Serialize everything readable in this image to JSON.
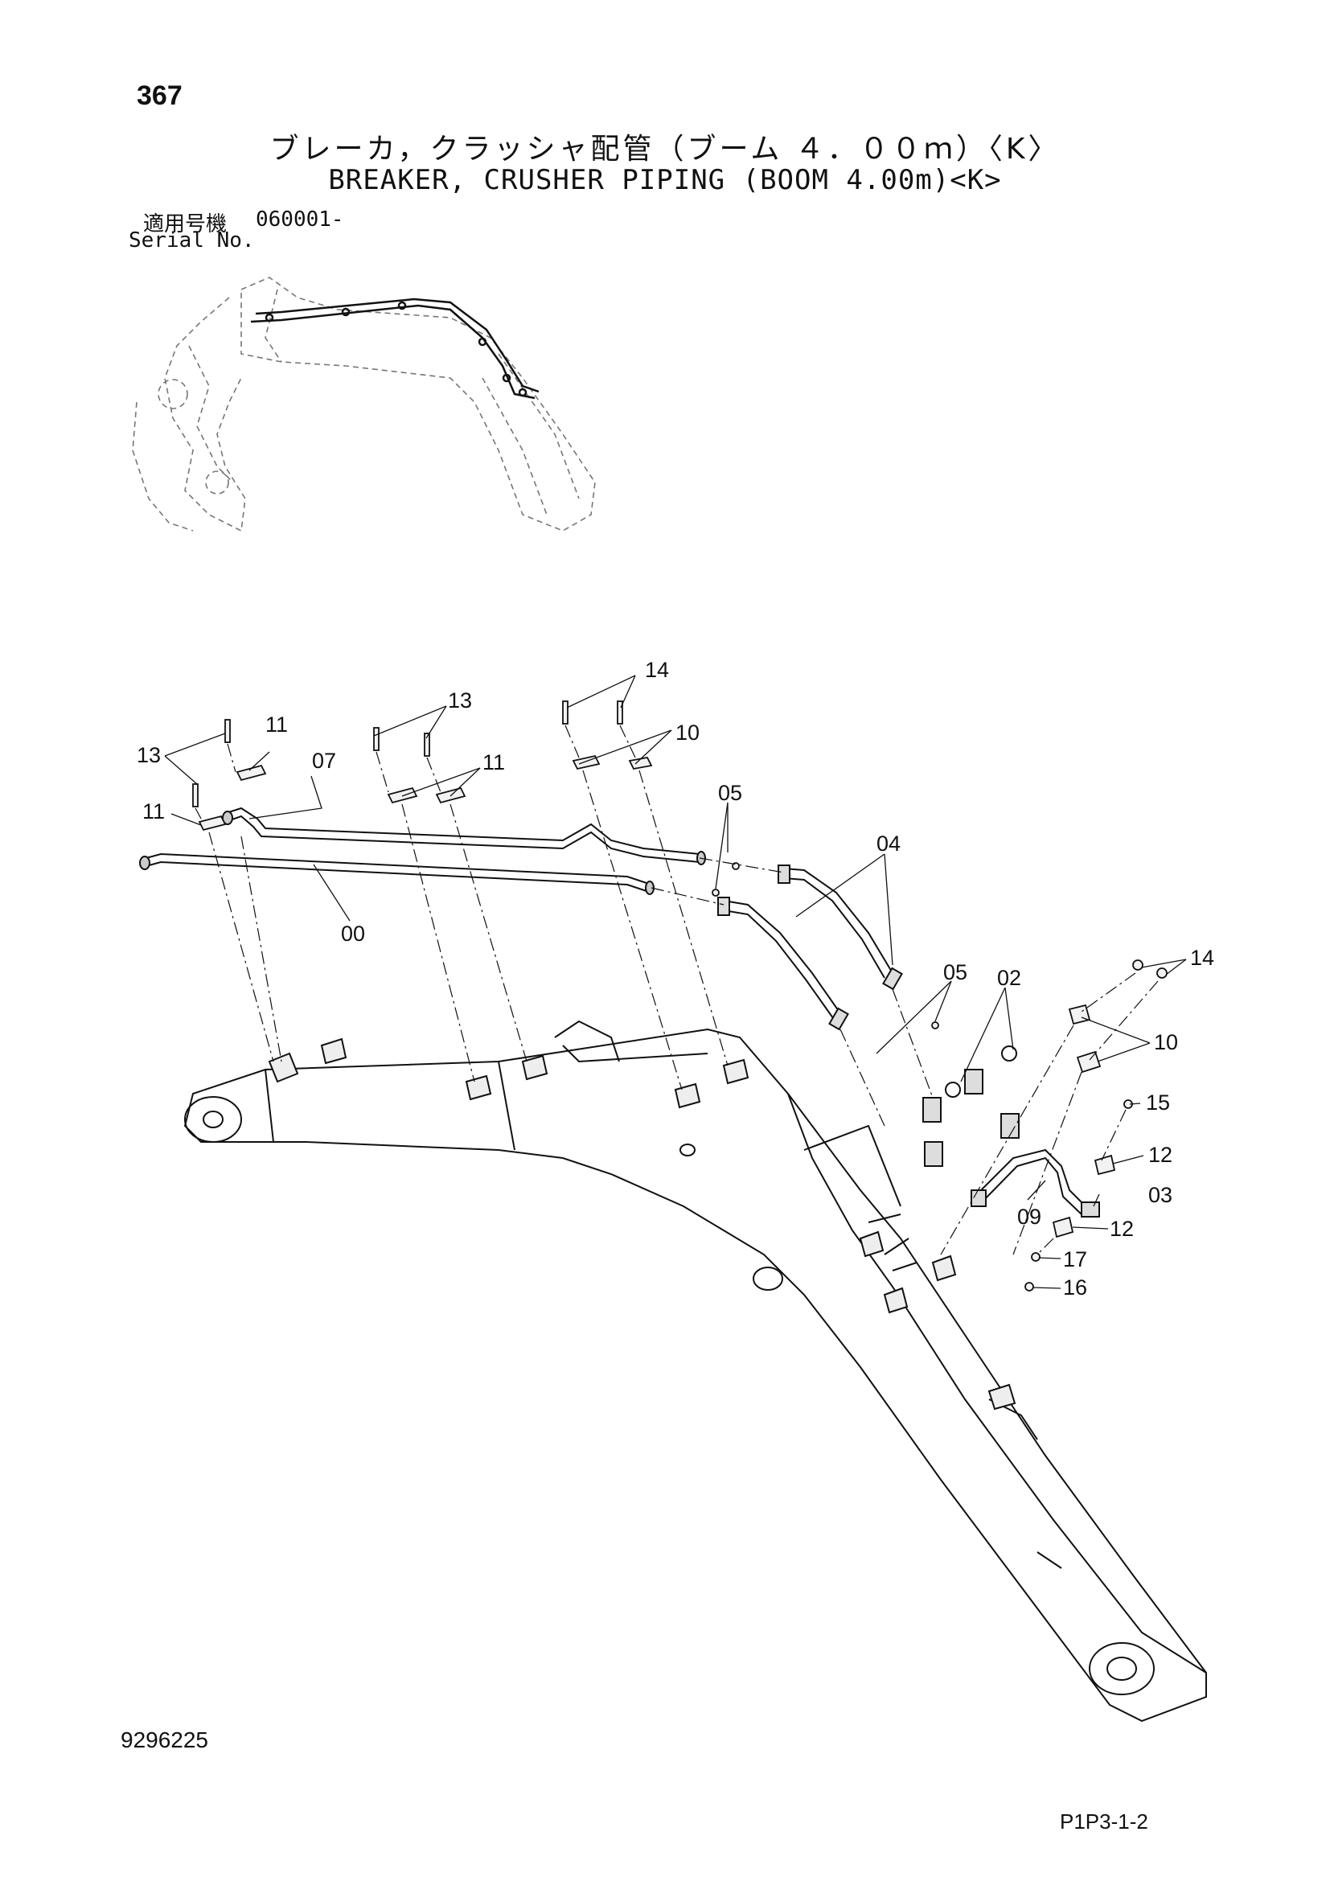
{
  "header": {
    "page_number": "367",
    "title_jp": "ブレーカ，クラッシャ配管（ブーム ４．００ｍ）〈K〉",
    "title_en": "BREAKER, CRUSHER PIPING (BOOM 4.00m)<K>",
    "serial_label_jp": "適用号機",
    "serial_label_en": "Serial No.",
    "serial_value": "060001-"
  },
  "footer": {
    "document_number": "9296225",
    "page_code": "P1P3-1-2"
  },
  "callouts": [
    "13",
    "11",
    "07",
    "11",
    "00",
    "13",
    "11",
    "14",
    "10",
    "05",
    "04",
    "05",
    "02",
    "14",
    "10",
    "15",
    "12",
    "03",
    "09",
    "12",
    "17",
    "16"
  ]
}
